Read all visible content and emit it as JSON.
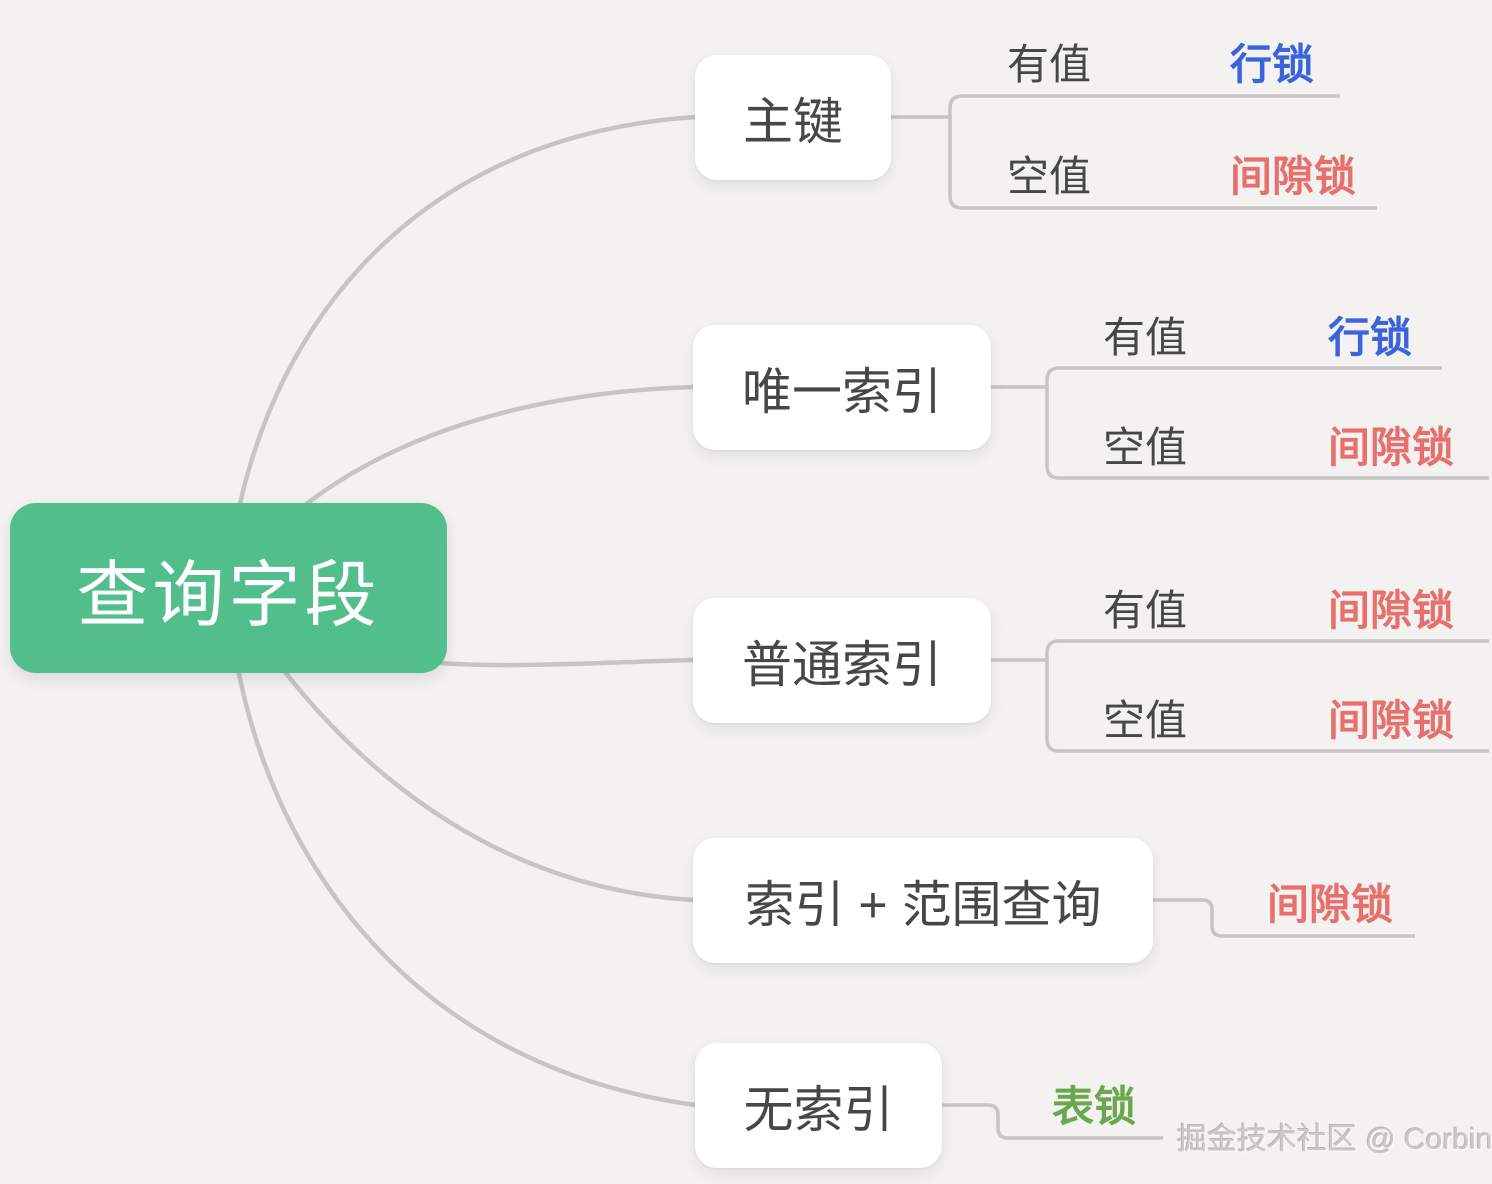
{
  "colors": {
    "background": "#f3f2f1",
    "root_bg": "#52be8b",
    "root_text": "#ffffff",
    "node_text": "#474747",
    "condition_text": "#474747",
    "connector": "#c6c5c4",
    "row_lock": "#3b64dc",
    "gap_lock": "#e7706c",
    "table_lock": "#69a84f",
    "watermark": "#cbc8c6"
  },
  "root": {
    "label": "查询字段"
  },
  "branches": [
    {
      "label": "主键",
      "children": [
        {
          "condition": "有值",
          "lock": "行锁",
          "lock_type": "row_lock"
        },
        {
          "condition": "空值",
          "lock": "间隙锁",
          "lock_type": "gap_lock"
        }
      ]
    },
    {
      "label": "唯一索引",
      "children": [
        {
          "condition": "有值",
          "lock": "行锁",
          "lock_type": "row_lock"
        },
        {
          "condition": "空值",
          "lock": "间隙锁",
          "lock_type": "gap_lock"
        }
      ]
    },
    {
      "label": "普通索引",
      "children": [
        {
          "condition": "有值",
          "lock": "间隙锁",
          "lock_type": "gap_lock"
        },
        {
          "condition": "空值",
          "lock": "间隙锁",
          "lock_type": "gap_lock"
        }
      ]
    },
    {
      "label": "索引 + 范围查询",
      "children": [
        {
          "lock": "间隙锁",
          "lock_type": "gap_lock"
        }
      ]
    },
    {
      "label": "无索引",
      "children": [
        {
          "lock": "表锁",
          "lock_type": "table_lock"
        }
      ]
    }
  ],
  "watermark": "掘金技术社区 @ Corbing"
}
